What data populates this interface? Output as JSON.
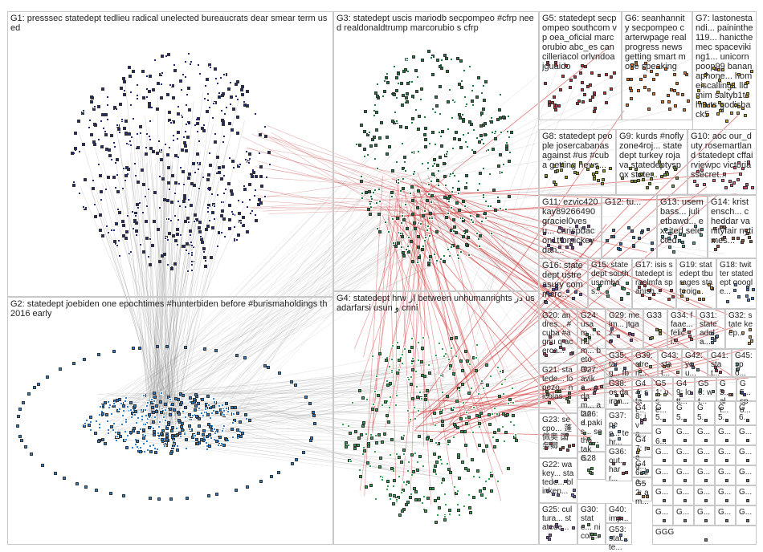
{
  "groups": [
    {
      "id": "G1",
      "label": "G1: presssec statedept tedlieu radical unelected bureaucrats dear smear term used",
      "color": "#1e2a78"
    },
    {
      "id": "G2",
      "label": "G2: statedept joebiden one epochtimes #hunterbiden before #burismaholdings th 2016 early",
      "color": "#2a7fd0"
    },
    {
      "id": "G3",
      "label": "G3: statedept uscis mariodb secpompeo #cfrp need realdonaldtrump marcorubio s cfrp",
      "color": "#1c7a3c"
    },
    {
      "id": "G4",
      "label": "G4: statedept hrw از between unhumanrights در usadarfarsi usun و cnni",
      "color": "#2ea44a"
    },
    {
      "id": "G5",
      "label": "G5: statedept secpompeo southcom vp oea_oficial marcorubio abc_es cancilleriacol orlvndoa jguaido",
      "color": "#c03030"
    },
    {
      "id": "G6",
      "label": "G6: seanhannity secpompeo carterwpage real progress news getting smart move speaking",
      "color": "#e07020"
    },
    {
      "id": "G7",
      "label": "G7: lastonestandi... paininthe119... hanicthemec spaceviking1... unicornpoop99 bananaphone... homeiscalling1 lldmim saltyb1tchnuts godisback5",
      "color": "#d0a020"
    },
    {
      "id": "G8",
      "label": "G8: statedept people josercabanas against #us #cuba getting news...",
      "color": "#9aa020"
    },
    {
      "id": "G9",
      "label": "G9: kurds #noflyzone4roj... statedept turkey rojava statedeptyspox state...",
      "color": "#7a9a30"
    },
    {
      "id": "G10",
      "label": "G10: aoc our_duty rosemartland statedept cffairviewpc victoriassecret...",
      "color": "#e06080"
    },
    {
      "id": "G11",
      "label": "G11: ezvic420 kay89266490 graciel0vesu... chrispbacon1t bmickeydan...",
      "color": "#8040a0"
    },
    {
      "id": "G12",
      "label": "G12: tu...",
      "color": "#3070b0"
    },
    {
      "id": "G13",
      "label": "G13: usembass... julietbawd... excited selected...",
      "color": "#50a0a0"
    },
    {
      "id": "G14",
      "label": "G14: kristensch... cheddar vanityfair nytimes...",
      "color": "#a06040"
    },
    {
      "id": "G16",
      "label": "G16: statedept ustreasury commerc...",
      "color": "#6060c0"
    },
    {
      "id": "G15",
      "label": "G15: statedept south usembas...",
      "color": "#40a060"
    },
    {
      "id": "G17",
      "label": "G17: isis statedept israelmfa spanish...",
      "color": "#c04040"
    },
    {
      "id": "G19",
      "label": "G19: statedept tburages stateoig...",
      "color": "#d09030"
    },
    {
      "id": "G18",
      "label": "G18: twitter statedept google...",
      "color": "#5080d0"
    },
    {
      "id": "G20",
      "label": "G20: andres... #cuba #agnu q acerca...",
      "color": "#b04070"
    },
    {
      "id": "G24",
      "label": "G24: usam... chum... betom...",
      "color": "#4a8a4a"
    },
    {
      "id": "G29",
      "label": "G29: melm... jtgaz...",
      "color": "#8a4aa0"
    },
    {
      "id": "G33",
      "label": "G33",
      "color": "#a0a040"
    },
    {
      "id": "G34",
      "label": "G34: ffaae... felici...",
      "color": "#d06060"
    },
    {
      "id": "G31",
      "label": "G31: state adela...",
      "color": "#6090d0"
    },
    {
      "id": "G32",
      "label": "G32: state keep...",
      "color": "#d0a060"
    },
    {
      "id": "G21",
      "label": "G21: statede... lopezo... nicolas...",
      "color": "#608040"
    },
    {
      "id": "G27",
      "label": "G27: avika... adam... aland...",
      "color": "#a06080"
    },
    {
      "id": "G35",
      "label": "G35: targ... fbi",
      "color": "#4060a0"
    },
    {
      "id": "G39",
      "label": "G39: stren...",
      "color": "#80a060"
    },
    {
      "id": "G43",
      "label": "G43: stat...",
      "color": "#c08040"
    },
    {
      "id": "G42",
      "label": "G42: you...",
      "color": "#6080a0"
    },
    {
      "id": "G41",
      "label": "G41: stat...",
      "color": "#a04060"
    },
    {
      "id": "G45",
      "label": "G45: spo...",
      "color": "#40a0a0"
    },
    {
      "id": "G38",
      "label": "G38: os da iran...",
      "color": "#806040"
    },
    {
      "id": "G44",
      "label": "G44: stat...",
      "color": "#5070a0"
    },
    {
      "id": "G51",
      "label": "G51: use...",
      "color": "#a0a060"
    },
    {
      "id": "G49",
      "label": "G49: lott...",
      "color": "#8050a0"
    },
    {
      "id": "G50",
      "label": "G50: wt...",
      "color": "#50a070"
    },
    {
      "id": "G5x",
      "label": "G5... alt...",
      "color": "#c06050"
    },
    {
      "id": "G5y",
      "label": "G5... spo...",
      "color": "#4050c0"
    },
    {
      "id": "G23",
      "label": "G23: secpo... 蓬佩奥 国务卿...",
      "color": "#a04040"
    },
    {
      "id": "G26",
      "label": "G26: e pakis... setho... take...",
      "color": "#40a050"
    },
    {
      "id": "G48",
      "label": "G48: iva...",
      "color": "#a060a0"
    },
    {
      "id": "G37",
      "label": "G37: pep... tehr...",
      "color": "#60a0c0"
    },
    {
      "id": "G47",
      "label": "G47: reg...",
      "color": "#c0a040"
    },
    {
      "id": "G22",
      "label": "G22: wakey... statede... blinken...",
      "color": "#7070c0"
    },
    {
      "id": "G28",
      "label": "G28",
      "color": "#50a050"
    },
    {
      "id": "G36",
      "label": "G36: out... harr...",
      "color": "#a05050"
    },
    {
      "id": "G46",
      "label": "G46: ira...",
      "color": "#5090a0"
    },
    {
      "id": "G52",
      "label": "G52: am...",
      "color": "#b08040"
    },
    {
      "id": "G25",
      "label": "G25: cultura... statede...",
      "color": "#9050b0"
    },
    {
      "id": "G30",
      "label": "G30: state... nicoll...",
      "color": "#509050"
    },
    {
      "id": "G40",
      "label": "G40: imp...",
      "color": "#b05070"
    },
    {
      "id": "G53",
      "label": "G53: stat... te...",
      "color": "#4070b0"
    }
  ],
  "small_cells": [
    "G5...",
    "G5...",
    "G5...",
    "G5...",
    "G6...",
    "G6...",
    "G...",
    "G...",
    "G...",
    "G...",
    "G...",
    "G...",
    "G...",
    "G...",
    "G...",
    "G...",
    "G...",
    "G...",
    "G...",
    "G...",
    "G...",
    "G...",
    "G...",
    "G...",
    "G...",
    "G...",
    "G...",
    "G...",
    "G...",
    "G...",
    "GGG"
  ]
}
